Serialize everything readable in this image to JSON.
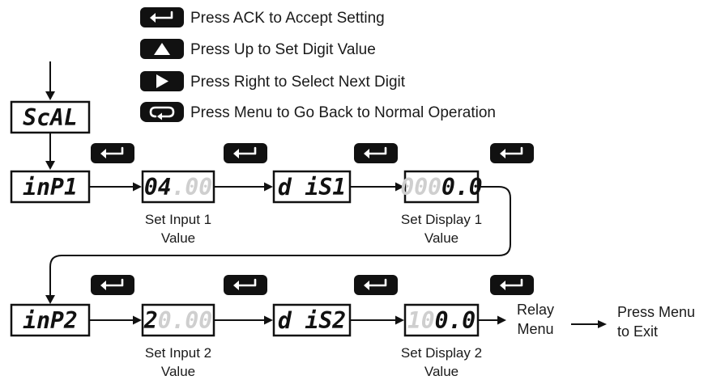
{
  "legend": {
    "ack": "Press ACK to Accept Setting",
    "up": "Press Up to Set Digit Value",
    "right": "Press Right to Select Next Digit",
    "menu": "Press Menu to Go Back to Normal Operation"
  },
  "menu_label": "ScAL",
  "row1": {
    "inp_label": "inP1",
    "input_display_bright": "04",
    "input_display_dim": ".00",
    "input_caption_line1": "Set Input 1",
    "input_caption_line2": "Value",
    "dis_label": "d iS1",
    "display_dim": "000",
    "display_bright": "0.0",
    "display_caption_line1": "Set Display 1",
    "display_caption_line2": "Value"
  },
  "row2": {
    "inp_label": "inP2",
    "input_display_bright": "2",
    "input_display_dim": "0.00",
    "input_caption_line1": "Set Input 2",
    "input_caption_line2": "Value",
    "dis_label": "d iS2",
    "display_dim": "10",
    "display_bright": "0.0",
    "display_caption_line1": "Set Display 2",
    "display_caption_line2": "Value"
  },
  "relay_menu_line1": "Relay",
  "relay_menu_line2": "Menu",
  "exit_line1": "Press Menu",
  "exit_line2": "to Exit",
  "icons": [
    "enter-key-icon",
    "up-arrow-key-icon",
    "right-arrow-key-icon",
    "menu-loop-key-icon"
  ]
}
